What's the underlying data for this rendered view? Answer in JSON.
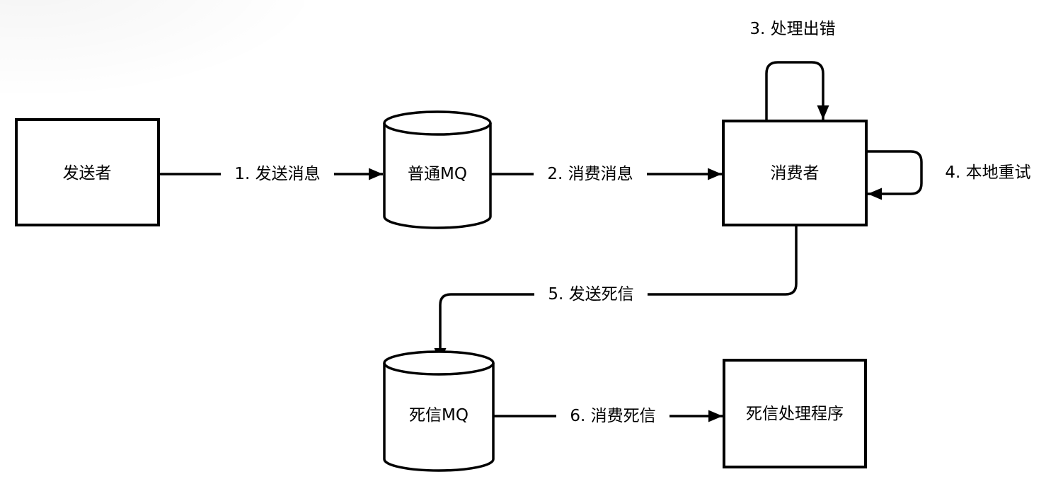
{
  "diagram": {
    "type": "flowchart",
    "description_visible": false,
    "colors": {
      "stroke": "#000000",
      "node_fill": "#ffffff",
      "background": "#ffffff",
      "text": "#000000"
    },
    "nodes": [
      {
        "id": "sender",
        "label": "发送者",
        "shape": "rectangle"
      },
      {
        "id": "normal-mq",
        "label": "普通MQ",
        "shape": "cylinder"
      },
      {
        "id": "consumer",
        "label": "消费者",
        "shape": "rectangle"
      },
      {
        "id": "dead-letter-mq",
        "label": "死信MQ",
        "shape": "cylinder"
      },
      {
        "id": "dead-letter-handler",
        "label": "死信处理程序",
        "shape": "rectangle"
      }
    ],
    "edges": [
      {
        "id": "edge-1",
        "label": "1. 发送消息",
        "from": "sender",
        "to": "normal-mq"
      },
      {
        "id": "edge-2",
        "label": "2. 消费消息",
        "from": "normal-mq",
        "to": "consumer"
      },
      {
        "id": "edge-3",
        "label": "3. 处理出错",
        "from": "consumer",
        "to": "consumer"
      },
      {
        "id": "edge-4",
        "label": "4. 本地重试",
        "from": "consumer",
        "to": "consumer"
      },
      {
        "id": "edge-5",
        "label": "5. 发送死信",
        "from": "consumer",
        "to": "dead-letter-mq"
      },
      {
        "id": "edge-6",
        "label": "6. 消费死信",
        "from": "dead-letter-mq",
        "to": "dead-letter-handler"
      }
    ]
  }
}
